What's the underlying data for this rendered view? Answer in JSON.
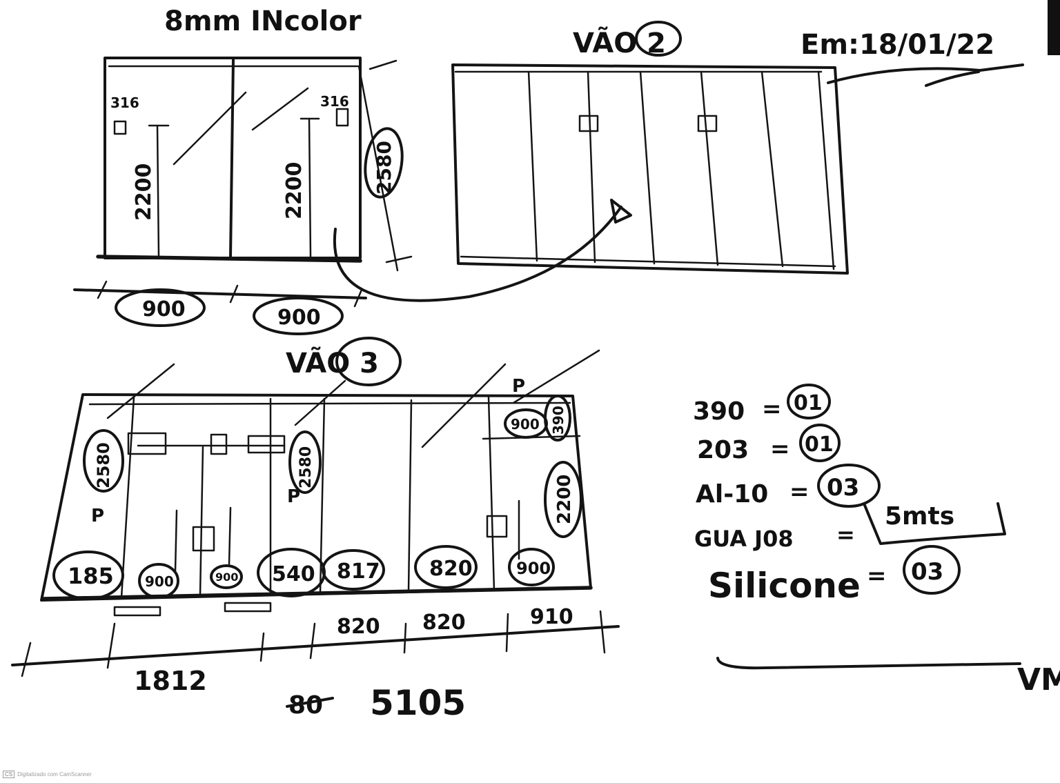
{
  "header": {
    "glass_type": "8mm INcolor",
    "date": "Em:18/01/22"
  },
  "view1": {
    "dim_top_left": "316",
    "dim_top_right": "316",
    "height_left": "2200",
    "height_right": "2200",
    "height_total": "2580",
    "width_left": "900",
    "width_right": "900"
  },
  "view2": {
    "title": "VÃO 2"
  },
  "view3": {
    "title": "VÃO 3",
    "height_left": "2580",
    "height_mid": "2580",
    "top_right_width": "900",
    "top_right_height": "390",
    "height_right": "2200",
    "mark_top": "P",
    "mark_left": "P",
    "mark_mid": "P",
    "bottom_labels": [
      "185",
      "900",
      "900",
      "540",
      "817",
      "820",
      "900"
    ],
    "dim_a": "820",
    "dim_b": "820",
    "dim_c": "910",
    "dim_total_left": "1812",
    "total": "5105",
    "total_struck": "80"
  },
  "materials": [
    {
      "code": "390",
      "qty": "01"
    },
    {
      "code": "203",
      "qty": "01"
    },
    {
      "code": "Al-10",
      "qty": "03"
    },
    {
      "code": "GUA J08",
      "qty": "5mts"
    },
    {
      "code": "Silicone",
      "qty": "03"
    }
  ],
  "signature": "VM",
  "footer": {
    "badge": "CS",
    "scanner": "Digitalizado com CamScanner"
  }
}
